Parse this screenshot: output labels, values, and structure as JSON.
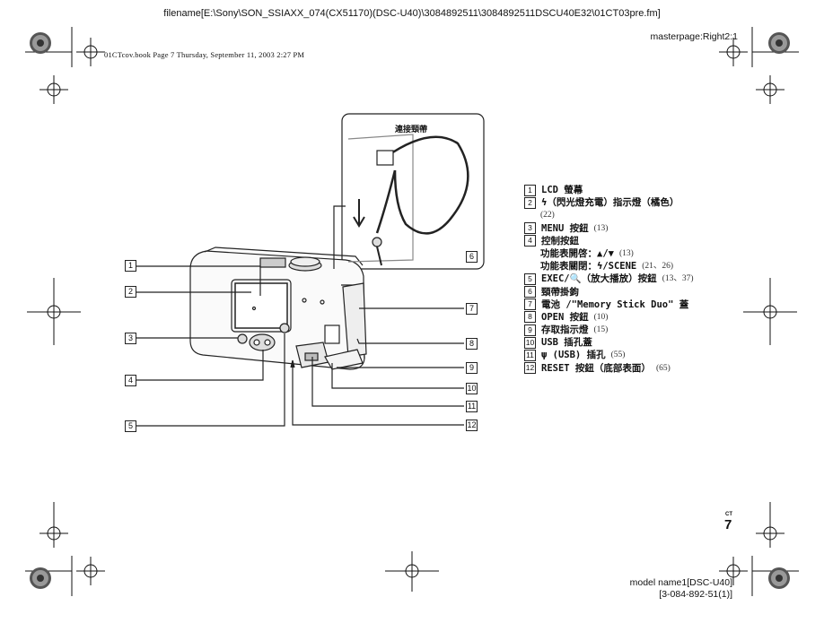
{
  "header": {
    "filename": "filename[E:\\Sony\\SON_SSIAXX_074(CX51170)(DSC-U40)\\3084892511\\3084892511DSCU40E32\\01CT03pre.fm]",
    "masterpage": "masterpage:Right2:1",
    "bookline": "01CTcov.book  Page 7  Thursday, September 11, 2003  2:27 PM"
  },
  "figure": {
    "inset_label": "連接頸帶",
    "callouts": [
      "1",
      "2",
      "3",
      "4",
      "5",
      "6",
      "7",
      "8",
      "9",
      "10",
      "11",
      "12"
    ]
  },
  "parts": [
    {
      "num": "1",
      "text": "LCD 螢幕",
      "ref": ""
    },
    {
      "num": "2",
      "text": "ϟ（閃光燈充電）指示燈（橘色）",
      "ref": ""
    },
    {
      "num": "",
      "text": "",
      "ref": "(22)"
    },
    {
      "num": "3",
      "text": "MENU 按鈕",
      "ref": "(13)"
    },
    {
      "num": "4",
      "text": "控制按鈕",
      "ref": ""
    },
    {
      "num": "",
      "text": "功能表開啓：▲/▼",
      "ref": "(13)"
    },
    {
      "num": "",
      "text": "功能表關閉：ϟ/SCENE",
      "ref": "(21、26)"
    },
    {
      "num": "5",
      "text": "EXEC/🔍（放大播放）按鈕",
      "ref": "(13、37)"
    },
    {
      "num": "6",
      "text": "頸帶掛鉤",
      "ref": ""
    },
    {
      "num": "7",
      "text": "電池 /\"Memory Stick Duo\" 蓋",
      "ref": ""
    },
    {
      "num": "8",
      "text": "OPEN 按鈕",
      "ref": "(10)"
    },
    {
      "num": "9",
      "text": "存取指示燈",
      "ref": "(15)"
    },
    {
      "num": "10",
      "text": "USB 插孔蓋",
      "ref": ""
    },
    {
      "num": "11",
      "text": "ψ (USB) 插孔",
      "ref": "(55)"
    },
    {
      "num": "12",
      "text": "RESET 按鈕（底部表面）",
      "ref": "(65)"
    }
  ],
  "footer": {
    "page_lang": "CT",
    "page_number": "7",
    "model_line1": "model name1[DSC-U40]",
    "model_line2": "[3-084-892-51(1)]"
  }
}
